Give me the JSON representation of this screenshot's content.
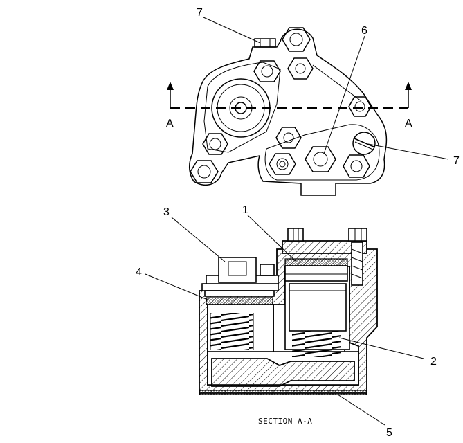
{
  "top_view": {
    "callouts": [
      {
        "id": "c7-top",
        "text": "7"
      },
      {
        "id": "c6",
        "text": "6"
      },
      {
        "id": "c7-right",
        "text": "7"
      }
    ],
    "section_marks": [
      {
        "id": "mark-left",
        "text": "A"
      },
      {
        "id": "mark-right",
        "text": "A"
      }
    ]
  },
  "section_view": {
    "callouts": [
      {
        "id": "c1",
        "text": "1"
      },
      {
        "id": "c2",
        "text": "2"
      },
      {
        "id": "c3",
        "text": "3"
      },
      {
        "id": "c4",
        "text": "4"
      },
      {
        "id": "c5",
        "text": "5"
      }
    ],
    "caption": "SECTION A-A"
  }
}
